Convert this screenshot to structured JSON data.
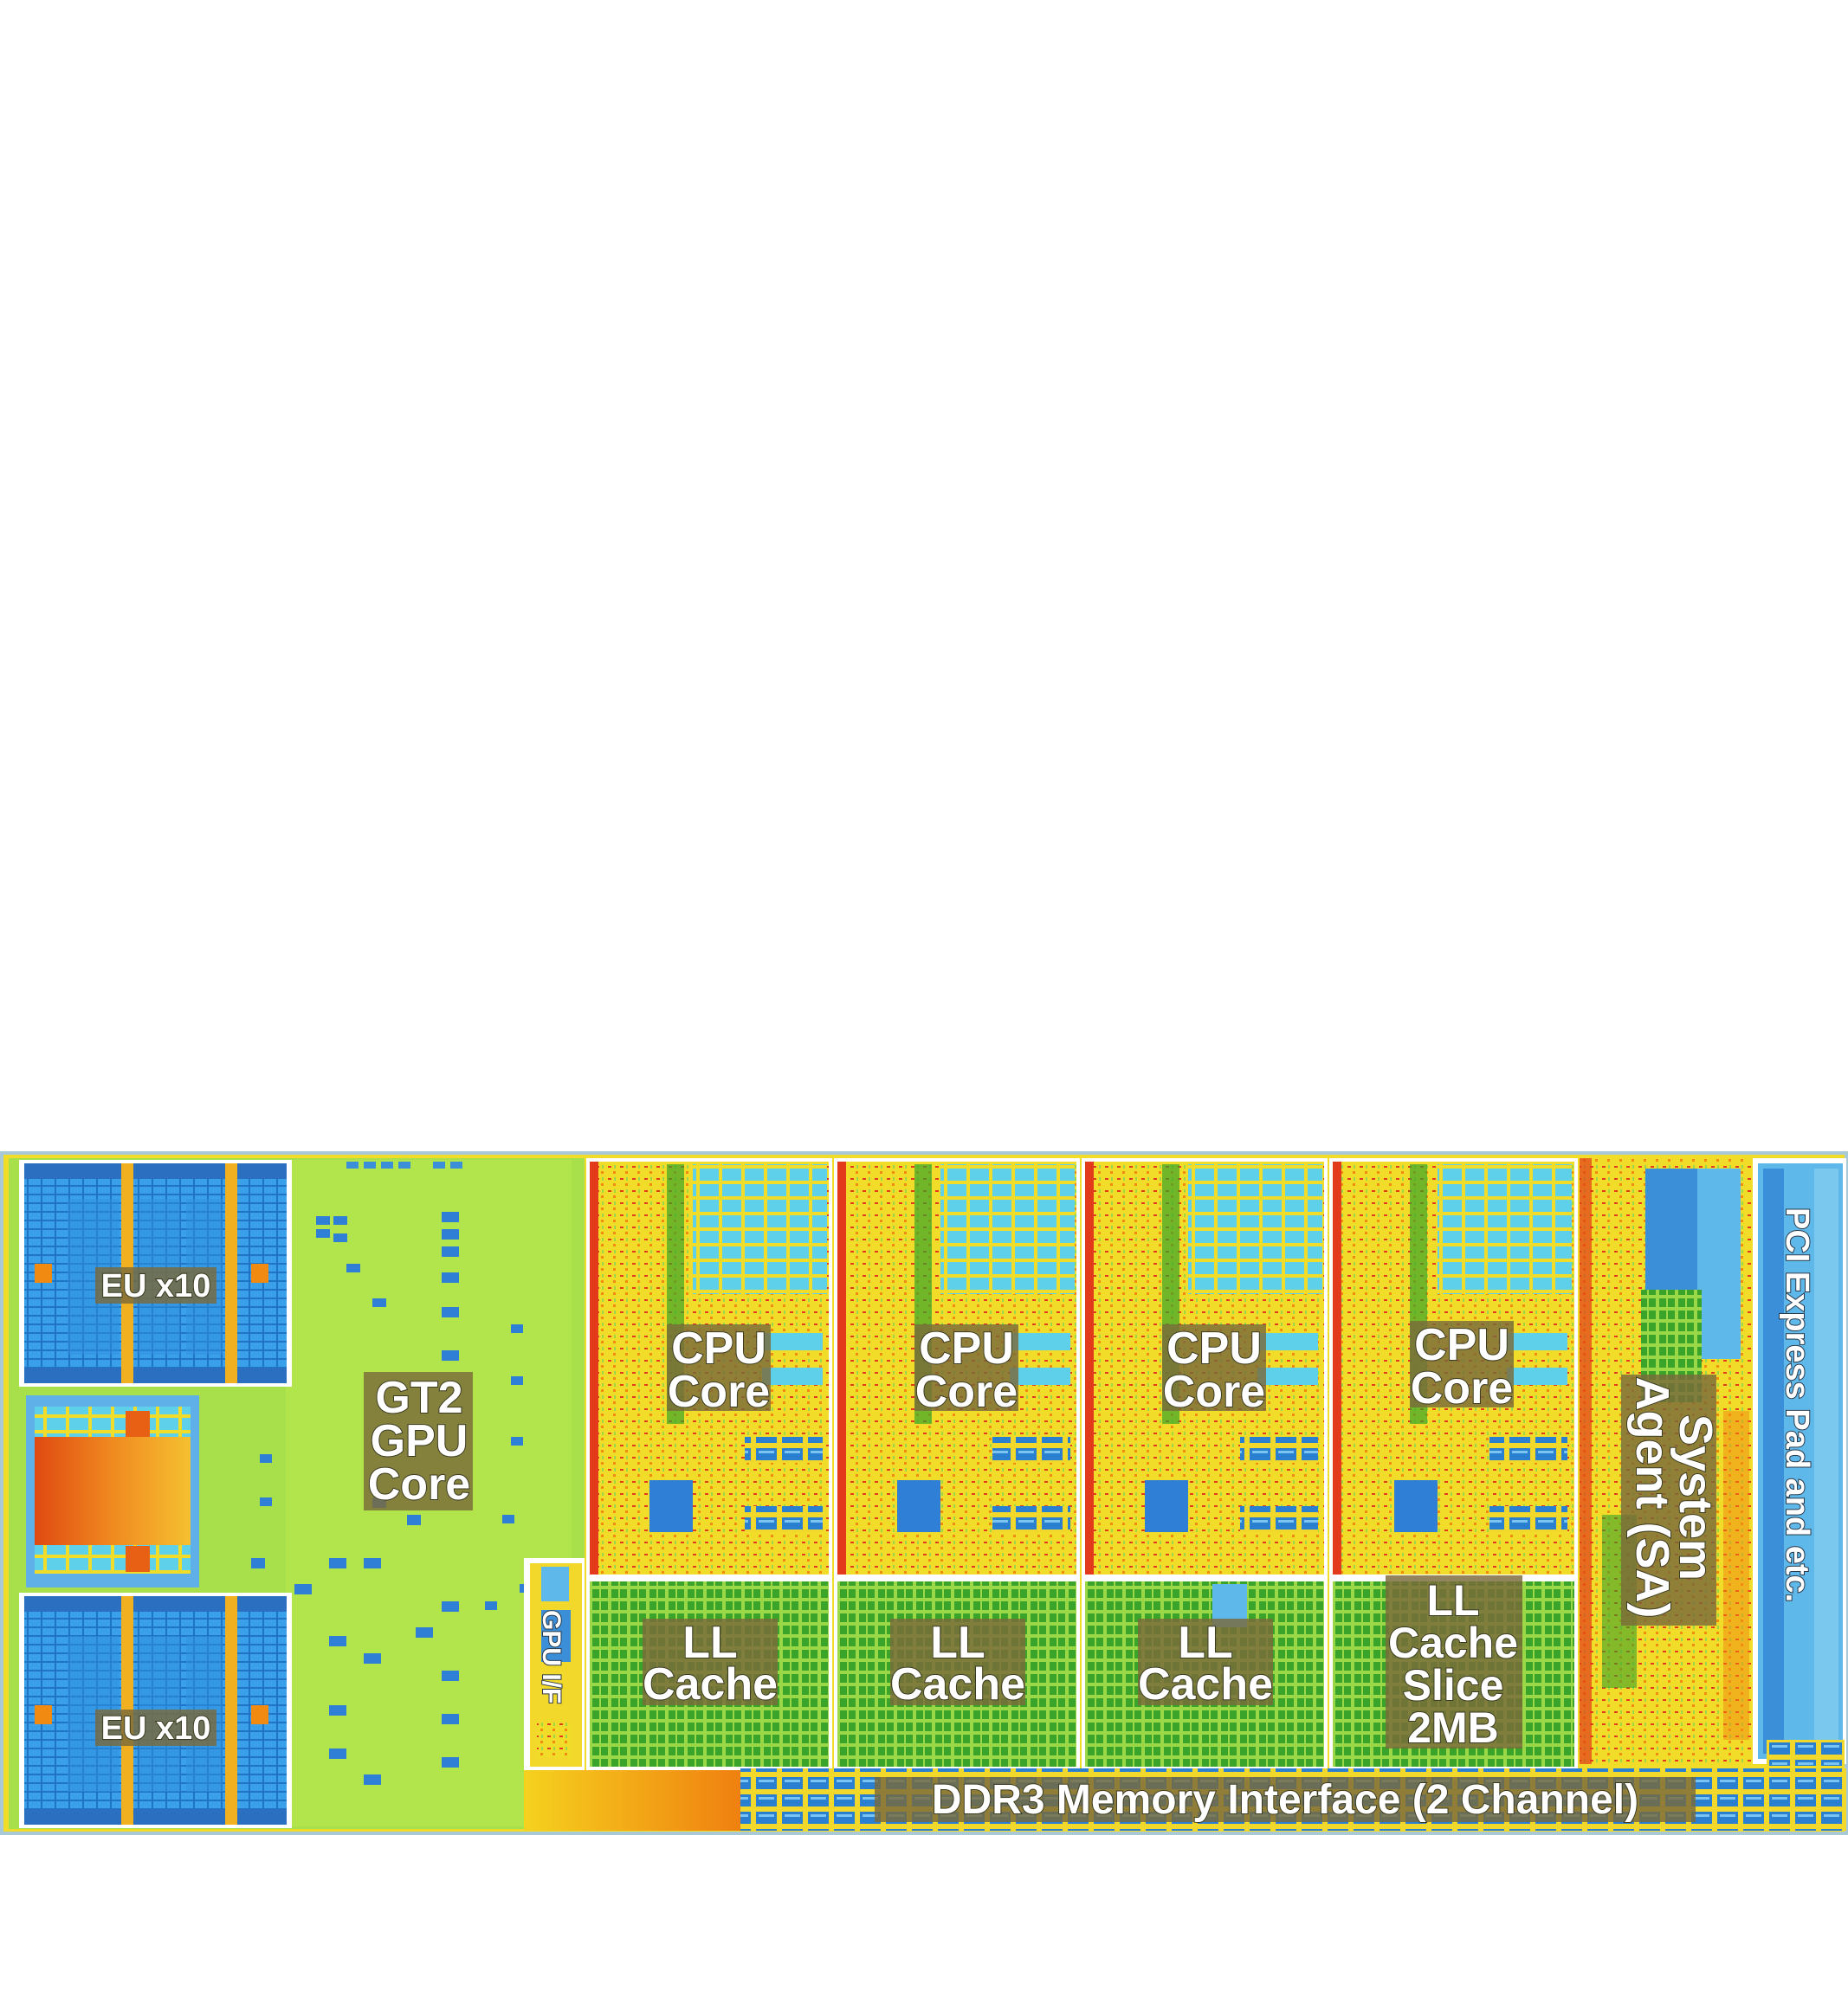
{
  "die_labels": {
    "eu_top": "EU x10",
    "eu_bottom": "EU x10",
    "gpu_core": [
      "GT2",
      "GPU",
      "Core"
    ],
    "gpu_if": "GPU I/F",
    "cpu_cores": [
      [
        "CPU",
        "Core"
      ],
      [
        "CPU",
        "Core"
      ],
      [
        "CPU",
        "Core"
      ],
      [
        "CPU",
        "Core"
      ]
    ],
    "ll_caches": [
      [
        "LL",
        "Cache"
      ],
      [
        "LL",
        "Cache"
      ],
      [
        "LL",
        "Cache"
      ],
      [
        "LL",
        "Cache",
        "Slice",
        "2MB"
      ]
    ],
    "system_agent": [
      "System",
      "Agent (SA)"
    ],
    "pci_express": "PCI Express Pad and etc.",
    "ddr3": "DDR3 Memory Interface (2 Channel)"
  },
  "colors": {
    "die_outline": "#a9c9d6",
    "gpu_field": "#a7e04a",
    "cpu_field": "#f2dc2a",
    "cache_field": "#7ecb3a",
    "eu_blue": "#2f8fe0",
    "cyan_blocks": "#5fd0ea",
    "red_accent": "#e23a1a",
    "orange_accent": "#f08a10"
  }
}
